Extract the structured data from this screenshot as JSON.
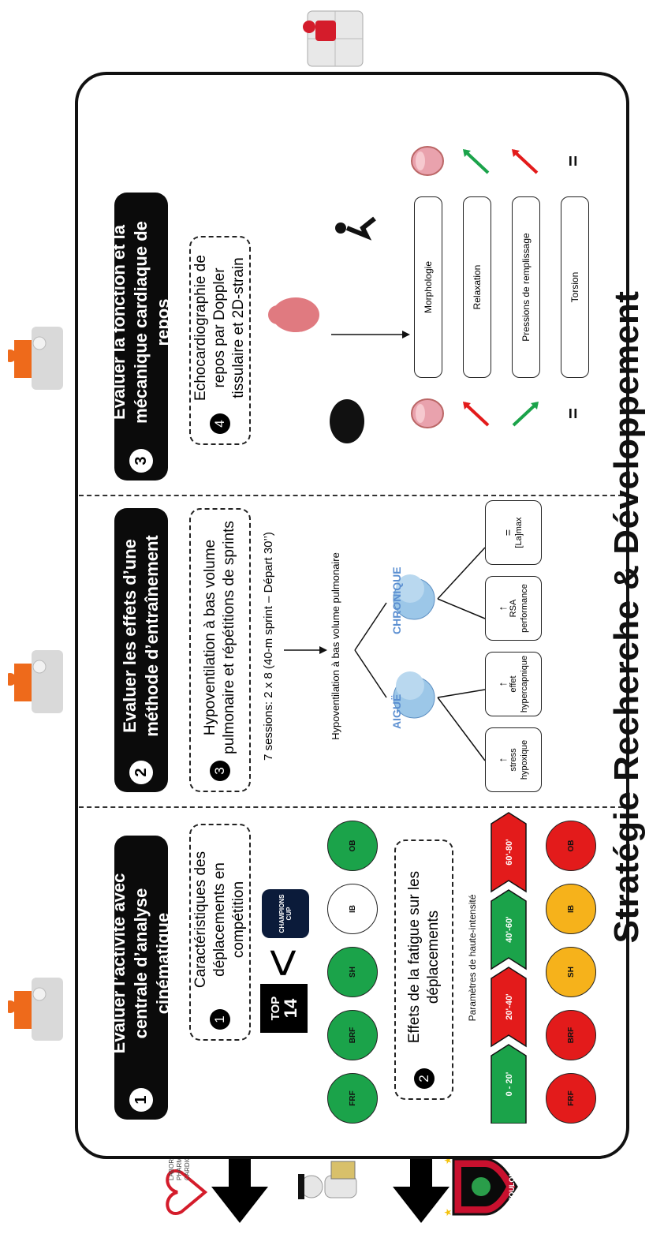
{
  "title": "Stratégie Recherche & Développement",
  "sections": [
    {
      "number": "1",
      "header": "Evaluer l’activité avec centrale d’analyse cinématique"
    },
    {
      "number": "2",
      "header": "Evaluer les effets d’une méthode d’entraînement"
    },
    {
      "number": "3",
      "header": "Evaluer la fonction et la mécanique cardiaque de repos"
    }
  ],
  "studies": [
    {
      "number": "1",
      "label": "Caractéristiques des déplacements en compétition"
    },
    {
      "number": "2",
      "label": "Effets de la fatigue sur les déplacements"
    },
    {
      "number": "3",
      "label": "Hypoventilation à bas volume pulmonaire et répétitions de sprints"
    },
    {
      "number": "4",
      "label": "Echocardiographie de repos par Doppler tissulaire et 2D-strain"
    }
  ],
  "logos": {
    "top14_line1": "TOP",
    "top14_line2": "14",
    "champions_cup": "CHAMPIONS CUP"
  },
  "positions_top": [
    {
      "label": "FRF",
      "color": "#1ba34a"
    },
    {
      "label": "BRF",
      "color": "#1ba34a"
    },
    {
      "label": "SH",
      "color": "#1ba34a"
    },
    {
      "label": "IB",
      "color": "#ffffff"
    },
    {
      "label": "OB",
      "color": "#1ba34a"
    }
  ],
  "high_intensity_label": "Paramètres de haute-intensité",
  "time_periods": [
    {
      "label": "0 - 20'",
      "color": "#1ba34a"
    },
    {
      "label": "20'-40'",
      "color": "#e31b1b"
    },
    {
      "label": "40'-60'",
      "color": "#1ba34a"
    },
    {
      "label": "60'-80'",
      "color": "#e31b1b"
    }
  ],
  "positions_bottom": [
    {
      "label": "FRF",
      "color": "#e31b1b"
    },
    {
      "label": "BRF",
      "color": "#e31b1b"
    },
    {
      "label": "SH",
      "color": "#f6b21b"
    },
    {
      "label": "IB",
      "color": "#f6b21b"
    },
    {
      "label": "OB",
      "color": "#e31b1b"
    }
  ],
  "sessions": "7 sessions: 2 x 8 (40-m sprint – Départ 30’’)",
  "hypoventilation": "Hypoventilation à bas volume pulmonaire",
  "aigue": "AIGUË",
  "chronique": "CHRONIQUE",
  "outcomes": [
    {
      "arrow": "↑",
      "text": "stress hypoxique"
    },
    {
      "arrow": "↑",
      "text": "effet hypercapnique"
    },
    {
      "arrow": "↑",
      "text": "RSA performance"
    },
    {
      "arrow": "=",
      "text": "[La]max"
    }
  ],
  "cardiac_params": [
    "Morphologie",
    "Relaxation",
    "Pressions de remplissage",
    "Torsion"
  ],
  "cardiac_left": [
    {
      "name": "heart",
      "color": ""
    },
    {
      "name": "arrow-up-right",
      "color": "#e31b1b"
    },
    {
      "name": "arrow-down-right",
      "color": "#1ba34a"
    },
    {
      "name": "equals",
      "color": "#111111"
    }
  ],
  "cardiac_right": [
    {
      "name": "heart",
      "color": ""
    },
    {
      "name": "arrow-up-right",
      "color": "#1ba34a"
    },
    {
      "name": "arrow-up-right",
      "color": "#e31b1b"
    },
    {
      "name": "equals",
      "color": "#111111"
    }
  ],
  "lab_logo": {
    "line1": "LABORATOIRE",
    "line2": "PHARM-ECOLOGIE",
    "line3": "CARDIOVASCULAIRE"
  },
  "club_logo": "TOULON"
}
